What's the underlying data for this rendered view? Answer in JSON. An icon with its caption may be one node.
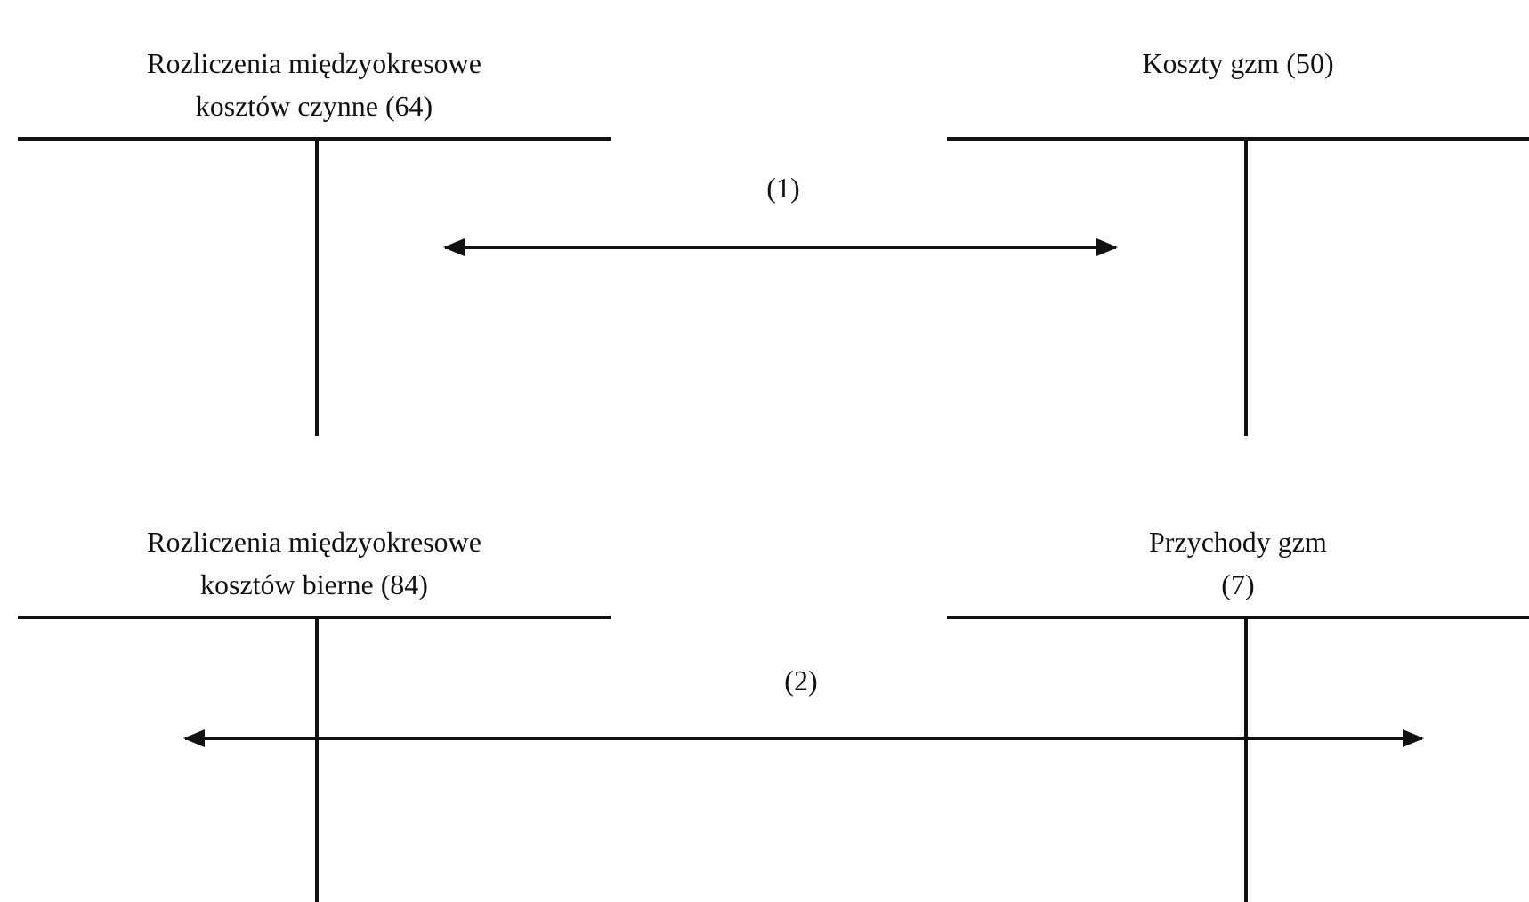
{
  "diagram": {
    "nodes": [
      {
        "text": [
          "Rozliczenia międzyokresowe kosztów czynne (64)"
        ]
      },
      {
        "text": [
          "Koszty gzm (50)"
        ]
      },
      {
        "text": [
          "Rozliczenia międzyokresowe kosztów bierne (84)"
        ]
      },
      {
        "text": [
          "Przychody gzm (7)"
        ]
      }
    ],
    "edges": [
      {
        "from": 0,
        "to": 1,
        "arrow": "both",
        "label": "(1)"
      },
      {
        "from": 2,
        "to": 3,
        "arrow": "both",
        "label": "(2)"
      }
    ]
  }
}
